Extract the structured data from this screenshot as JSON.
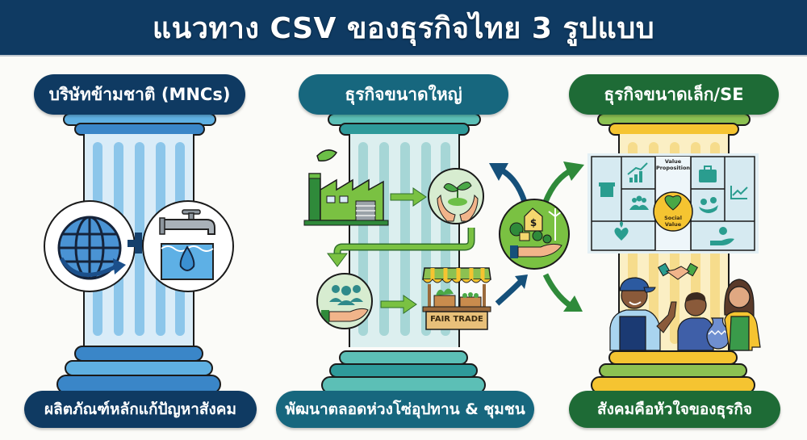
{
  "title": "แนวทาง CSV ของธุรกิจไทย 3 รูปแบบ",
  "colors": {
    "header_bg": "#0f3a62",
    "mnc_dark": "#0f3a62",
    "mnc_mid": "#3a86c8",
    "mnc_light": "#5fb0e2",
    "large_dark": "#17677e",
    "large_mid": "#2e9a9a",
    "large_light": "#5cbfb6",
    "small_dark": "#1e6b36",
    "small_green": "#8cc152",
    "small_yellow": "#f5c431"
  },
  "pillars": [
    {
      "id": "mnc",
      "top_label": "บริษัทข้ามชาติ (MNCs)",
      "bottom_label": "ผลิตภัณฑ์หลักแก้ปัญหาสังคม",
      "icons": [
        "globe-arrow-icon",
        "plus-icon",
        "water-tap-icon"
      ]
    },
    {
      "id": "large",
      "top_label": "ธุรกิจขนาดใหญ่",
      "bottom_label": "พัฒนาตลอดห่วงโซ่อุปทาน & ชุมชน",
      "icons": [
        "green-factory-icon",
        "plant-in-hands-icon",
        "community-hand-icon",
        "fair-trade-stall-icon"
      ],
      "stall_sign": "FAIR TRADE"
    },
    {
      "id": "small",
      "top_label": "ธุรกิจขนาดเล็ก/SE",
      "bottom_label": "สังคมคือหัวใจของธุรกิจ",
      "canvas": {
        "value_proposition": "Value Proposition",
        "center": "Social Value",
        "cell_icons": [
          "store-icon",
          "growth-chart-icon",
          "people-icon",
          "briefcase-icon",
          "partners-icon",
          "trend-icon",
          "plant-heart-icon",
          "money-hand-icon"
        ]
      },
      "people": [
        "man-in-cap",
        "boy-with-vase",
        "woman-in-apron"
      ]
    }
  ],
  "hub": {
    "icon": "sustainable-community-hand-icon",
    "symbol": "$"
  }
}
